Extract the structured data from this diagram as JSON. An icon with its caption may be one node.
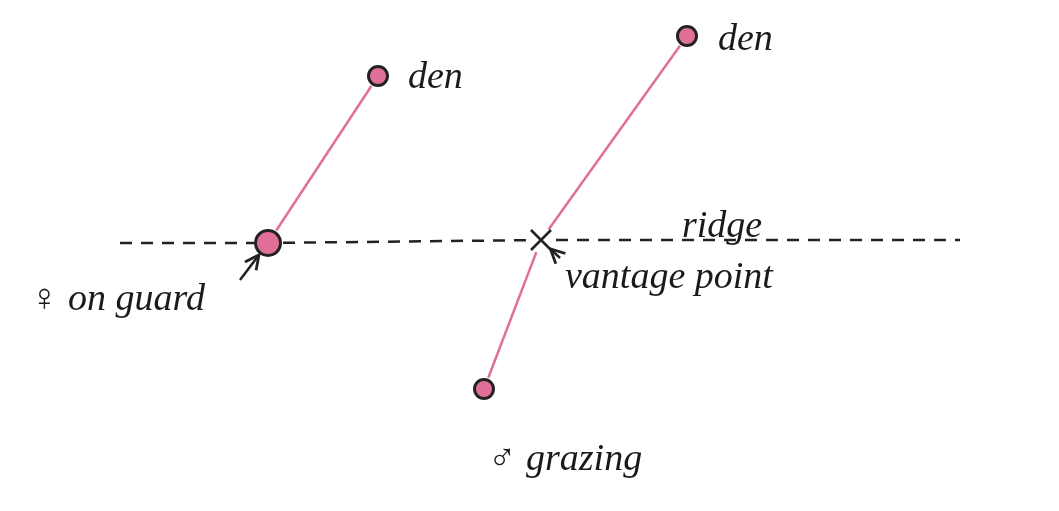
{
  "diagram": {
    "nodes": [
      {
        "text": [],
        "shape": "circle",
        "beside": [
          "den"
        ]
      },
      {
        "text": [],
        "shape": "circle",
        "beside": [
          "den"
        ]
      },
      {
        "text": [],
        "shape": "circle"
      },
      {
        "text": [
          "♀ on guard"
        ]
      },
      {
        "text": [],
        "shape": "cross"
      },
      {
        "text": [
          "vantage point"
        ]
      },
      {
        "text": [],
        "shape": "circle",
        "beside": [
          "♂ grazing"
        ]
      }
    ],
    "edges": [
      {
        "from": 0,
        "to": 2,
        "arrow": "none"
      },
      {
        "from": 1,
        "to": 4,
        "arrow": "none"
      },
      {
        "from": 4,
        "to": 6,
        "arrow": "none"
      },
      {
        "from": 2,
        "to": 4,
        "arrow": "none",
        "style": "dashed",
        "color": "#222222"
      },
      {
        "from": 3,
        "to": 2,
        "arrow": "to",
        "color": "#222222"
      },
      {
        "from": 5,
        "to": 4,
        "arrow": "to",
        "color": "#222222"
      }
    ],
    "labels": [
      "ridge"
    ]
  }
}
